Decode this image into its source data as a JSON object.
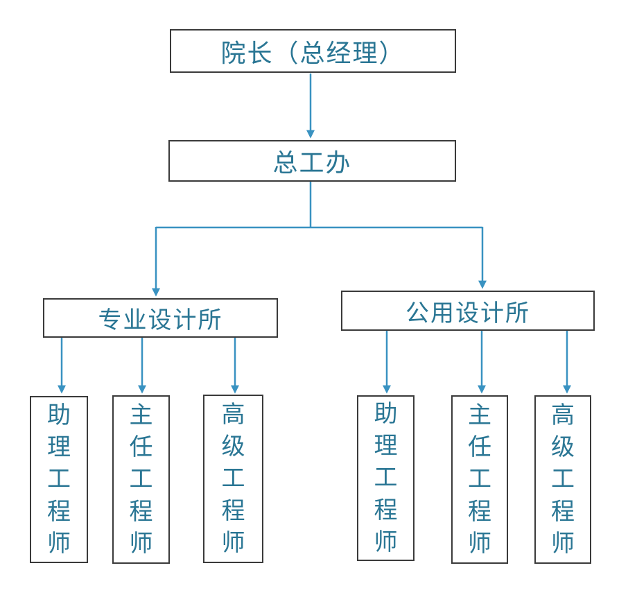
{
  "diagram": {
    "type": "org-chart",
    "nodes": {
      "director": {
        "label": "院长（总经理）"
      },
      "chief_office": {
        "label": "总工办"
      },
      "pro_branch": {
        "label": "专业设计所"
      },
      "public_branch": {
        "label": "公用设计所"
      },
      "left_children": [
        {
          "label": "助理工程师"
        },
        {
          "label": "主任工程师"
        },
        {
          "label": "高级工程师"
        }
      ],
      "right_children": [
        {
          "label": "助理工程师"
        },
        {
          "label": "主任工程师"
        },
        {
          "label": "高级工程师"
        }
      ]
    },
    "edges": [
      "director -> chief_office",
      "chief_office -> pro_branch",
      "chief_office -> public_branch",
      "pro_branch -> 助理工程师",
      "pro_branch -> 主任工程师",
      "pro_branch -> 高级工程师",
      "public_branch -> 助理工程师",
      "public_branch -> 主任工程师",
      "public_branch -> 高级工程师"
    ]
  },
  "colors": {
    "border-color": "#3a3a3a",
    "line-color": "#3992c1",
    "text-color": "#2a7694",
    "bg-color": "#ffffff"
  }
}
